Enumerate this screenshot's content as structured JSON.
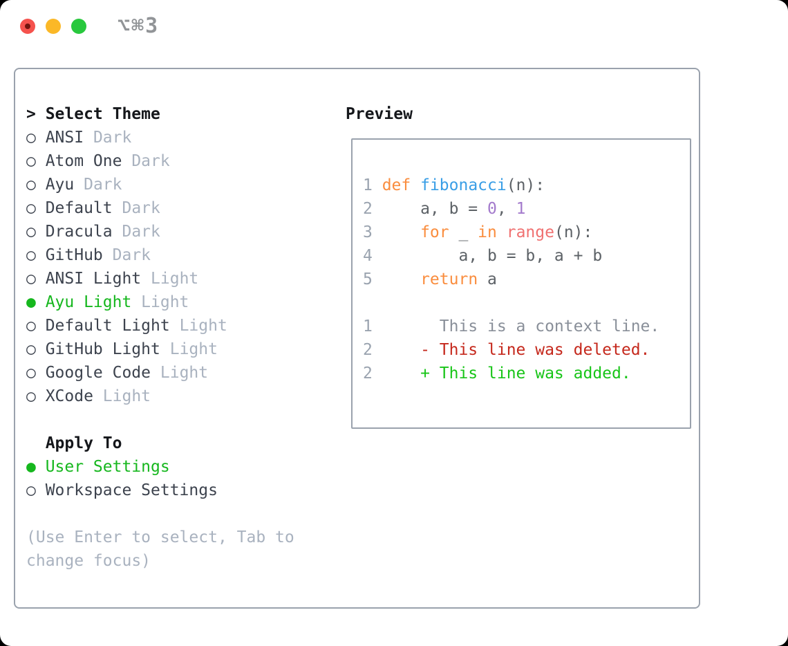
{
  "titlebar": {
    "shortcut": "⌥⌘3"
  },
  "ui": {
    "bullet": "○",
    "bullet_selected": "●"
  },
  "theme_picker": {
    "cursor": ">",
    "header": "Select Theme",
    "themes": [
      {
        "name": "ANSI",
        "variant": "Dark",
        "selected": false
      },
      {
        "name": "Atom One",
        "variant": "Dark",
        "selected": false
      },
      {
        "name": "Ayu",
        "variant": "Dark",
        "selected": false
      },
      {
        "name": "Default",
        "variant": "Dark",
        "selected": false
      },
      {
        "name": "Dracula",
        "variant": "Dark",
        "selected": false
      },
      {
        "name": "GitHub",
        "variant": "Dark",
        "selected": false
      },
      {
        "name": "ANSI Light",
        "variant": "Light",
        "selected": false
      },
      {
        "name": "Ayu Light",
        "variant": "Light",
        "selected": true
      },
      {
        "name": "Default Light",
        "variant": "Light",
        "selected": false
      },
      {
        "name": "GitHub Light",
        "variant": "Light",
        "selected": false
      },
      {
        "name": "Google Code",
        "variant": "Light",
        "selected": false
      },
      {
        "name": "XCode",
        "variant": "Light",
        "selected": false
      }
    ]
  },
  "apply_to": {
    "header": "Apply To",
    "options": [
      {
        "label": "User Settings",
        "selected": true
      },
      {
        "label": "Workspace Settings",
        "selected": false
      }
    ]
  },
  "help": {
    "line1": "(Use Enter to select, Tab to",
    "line2": "change focus)"
  },
  "preview": {
    "header": "Preview",
    "code_lines": [
      {
        "num": "1",
        "tokens": [
          {
            "t": "def",
            "c": "keyword"
          },
          {
            "t": " "
          },
          {
            "t": "fibonacci",
            "c": "function"
          },
          {
            "t": "(n):"
          }
        ]
      },
      {
        "num": "2",
        "tokens": [
          {
            "t": "    a, b = "
          },
          {
            "t": "0",
            "c": "number"
          },
          {
            "t": ", "
          },
          {
            "t": "1",
            "c": "number"
          }
        ]
      },
      {
        "num": "3",
        "tokens": [
          {
            "t": "    "
          },
          {
            "t": "for",
            "c": "keyword"
          },
          {
            "t": " _ "
          },
          {
            "t": "in",
            "c": "keyword"
          },
          {
            "t": " "
          },
          {
            "t": "range",
            "c": "call"
          },
          {
            "t": "(n):"
          }
        ]
      },
      {
        "num": "4",
        "tokens": [
          {
            "t": "        a, b = b, a + b"
          }
        ]
      },
      {
        "num": "5",
        "tokens": [
          {
            "t": "    "
          },
          {
            "t": "return",
            "c": "keyword"
          },
          {
            "t": " a"
          }
        ]
      }
    ],
    "diff_lines": [
      {
        "num": "1",
        "kind": "context",
        "text": "      This is a context line."
      },
      {
        "num": "2",
        "kind": "deleted",
        "text": "    - This line was deleted."
      },
      {
        "num": "2",
        "kind": "added",
        "text": "    + This line was added."
      }
    ]
  },
  "colors": {
    "border": "#9aa2ad",
    "heading": "#15171b",
    "text": "#3d434e",
    "muted": "#a9b2bf",
    "green": "#16b71e",
    "linenum": "#9aa3af",
    "code-plain": "#5c6166",
    "keyword": "#fa8d3e",
    "function": "#399ee6",
    "call": "#f07171",
    "number": "#a37acc",
    "context": "#898f99",
    "deleted": "#c5281c",
    "added": "#18c518",
    "titlebar-text": "#919497",
    "traffic-red": "#f5524d",
    "traffic-red-dot": "#73140e",
    "traffic-yellow": "#fbb827",
    "traffic-green": "#28c83d"
  }
}
